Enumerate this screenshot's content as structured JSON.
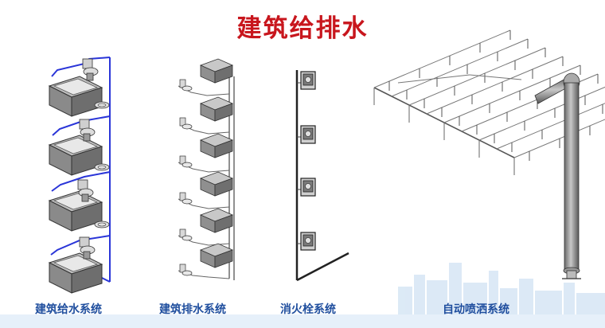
{
  "title": "建筑给排水",
  "captions": {
    "water_supply": "建筑给水系统",
    "drainage": "建筑排水系统",
    "fire_hydrant": "消火栓系统",
    "sprinkler": "自动喷洒系统"
  },
  "colors": {
    "title": "#c8161d",
    "caption": "#1f4e9e",
    "supply_pipe": "#2a35d8",
    "outline": "#333333",
    "fixture_fill": "#8a8a8a",
    "skyline": "#c9dff3"
  },
  "icons": [
    "bathtub-icon",
    "toilet-icon",
    "valve-icon",
    "sink-icon",
    "hydrant-cabinet-icon",
    "sprinkler-head-icon",
    "standpipe-icon"
  ]
}
